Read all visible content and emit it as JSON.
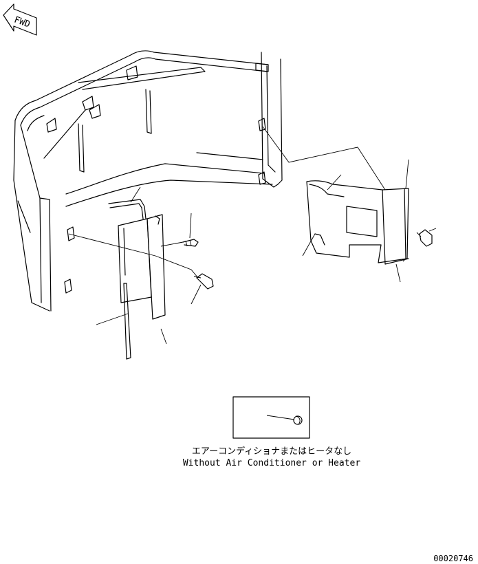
{
  "fwd_label": "FWD",
  "inset_note_ja": "エアーコンディショナまたはヒータなし",
  "inset_note_en": "Without Air Conditioner or Heater",
  "drawing_number": "00020746"
}
